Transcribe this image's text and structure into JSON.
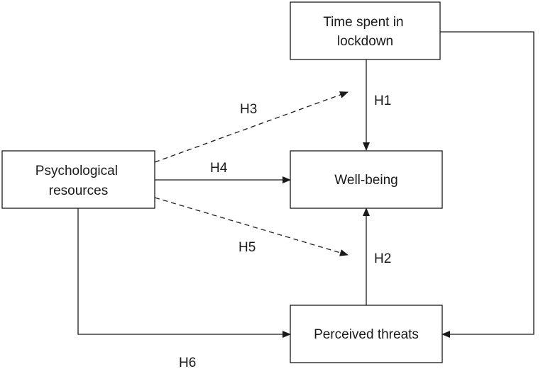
{
  "nodes": {
    "time": {
      "lines": [
        "Time spent in",
        "lockdown"
      ]
    },
    "psych": {
      "lines": [
        "Psychological",
        "resources"
      ]
    },
    "wellbeing": {
      "lines": [
        "Well-being"
      ]
    },
    "threats": {
      "lines": [
        "Perceived threats"
      ]
    }
  },
  "edges": {
    "h1": {
      "label": "H1",
      "style": "solid"
    },
    "h2": {
      "label": "H2",
      "style": "solid"
    },
    "h3": {
      "label": "H3",
      "style": "dashed"
    },
    "h4": {
      "label": "H4",
      "style": "solid"
    },
    "h5": {
      "label": "H5",
      "style": "dashed"
    },
    "h6": {
      "label": "H6",
      "style": "solid"
    }
  },
  "colors": {
    "stroke": "#1a1a1a",
    "background": "#ffffff"
  }
}
